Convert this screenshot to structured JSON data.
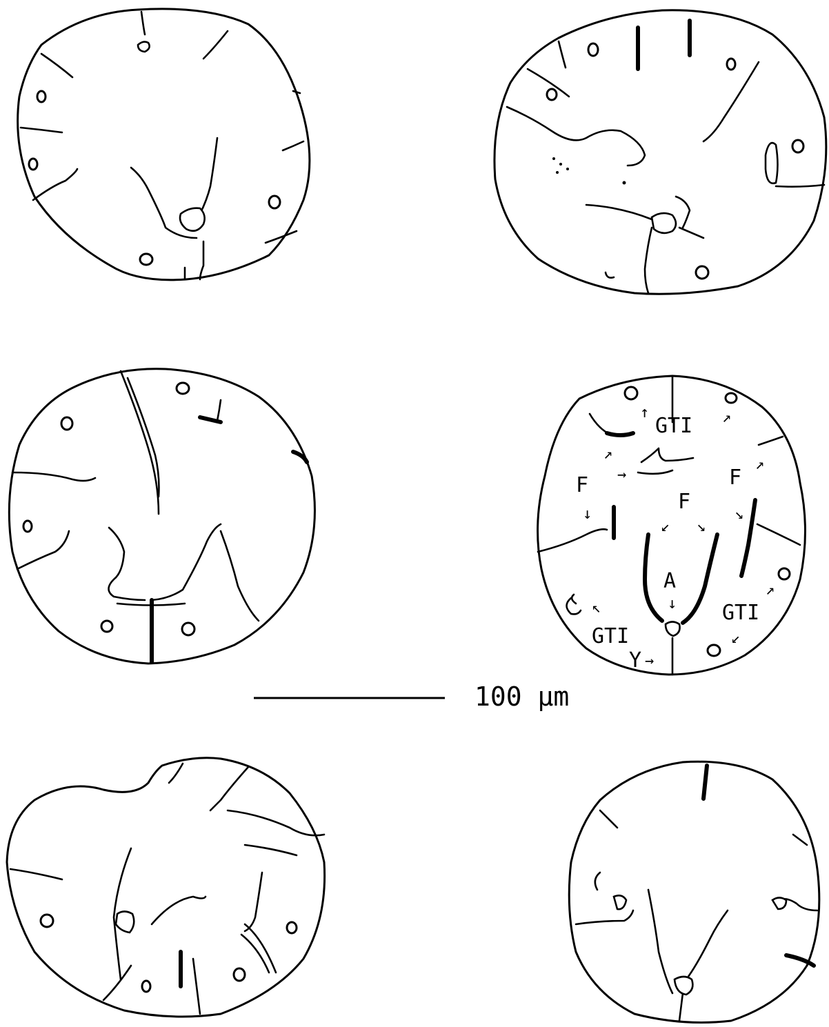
{
  "panels": [
    {
      "id": "top-left"
    },
    {
      "id": "top-right"
    },
    {
      "id": "middle-left"
    },
    {
      "id": "middle-right-annotated"
    },
    {
      "id": "bottom-left"
    },
    {
      "id": "bottom-right"
    }
  ],
  "annotations": {
    "gti": "GTI",
    "f": "F",
    "a": "A",
    "y": "Y",
    "arrow_up": "↑",
    "arrow_down": "↓",
    "arrow_right": "→",
    "arrow_ne": "↗",
    "arrow_nw": "↖",
    "arrow_se": "↘",
    "arrow_sw": "↙"
  },
  "scale_bar": {
    "label": "100 µm"
  }
}
